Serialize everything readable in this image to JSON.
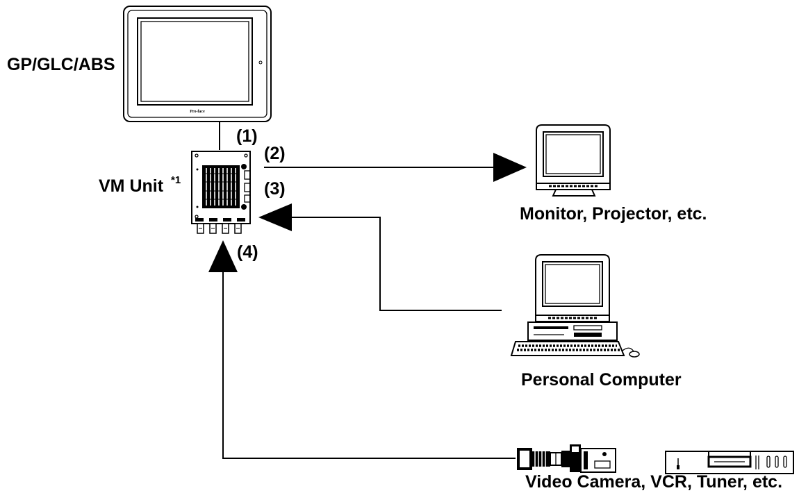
{
  "labels": {
    "gp": "GP/GLC/ABS",
    "vm_unit": "VM Unit",
    "vm_note": "*1",
    "conn1": "(1)",
    "conn2": "(2)",
    "conn3": "(3)",
    "conn4": "(4)",
    "monitor": "Monitor, Projector, etc.",
    "pc": "Personal Computer",
    "video": "Video Camera, VCR, Tuner, etc.",
    "brand": "Pro-face"
  }
}
